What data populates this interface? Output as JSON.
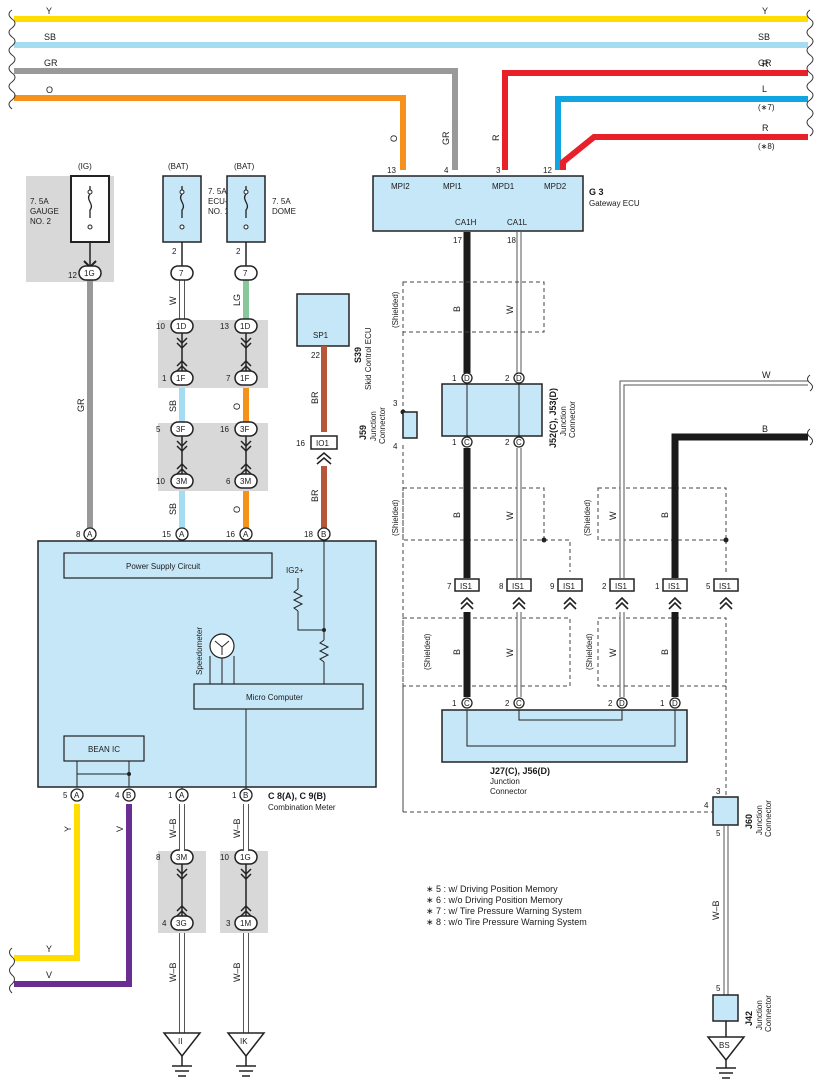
{
  "colors": {
    "Y": "#ffdd00",
    "SB": "#a6dcf2",
    "GR": "#999999",
    "O": "#f5921e",
    "R": "#e8202a",
    "L": "#0ea5e0",
    "B": "#1a1a1a",
    "W": "#ffffff",
    "LG": "#88c79a",
    "BR": "#b5573a",
    "V": "#6a2d91",
    "WB": "#ffffff",
    "box": "#c6e7f8",
    "shade": "#d8d8d8"
  },
  "bus": {
    "y": {
      "left": "Y",
      "right": "Y"
    },
    "sb": {
      "left": "SB",
      "right": "SB"
    },
    "gr": {
      "left": "GR",
      "right": "GR"
    },
    "o": {
      "left": "O"
    },
    "r1": {
      "right": "R"
    },
    "l": {
      "right": "L",
      "note": "(∗7)"
    },
    "r2": {
      "right": "R",
      "note": "(∗8)"
    }
  },
  "gateway": {
    "code": "G 3",
    "name": "Gateway ECU",
    "pins": {
      "mpi2": "MPI2",
      "mpi1": "MPI1",
      "mpd1": "MPD1",
      "mpd2": "MPD2",
      "ca1h": "CA1H",
      "ca1l": "CA1L"
    },
    "nums": {
      "mpi2": "13",
      "mpi1": "4",
      "mpd1": "3",
      "mpd2": "12",
      "ca1h": "17",
      "ca1l": "18"
    },
    "wires": {
      "mpi2": "O",
      "mpi1": "GR",
      "mpd1": "R",
      "ca1h": "B",
      "ca1l": "W"
    }
  },
  "fuses": {
    "gauge": {
      "type": "(IG)",
      "l1": "7. 5A",
      "l2": "GAUGE",
      "l3": "NO. 2",
      "pin": "12",
      "conn": "1G"
    },
    "ecub": {
      "type": "(BAT)",
      "l1": "7. 5A",
      "l2": "ECU–B",
      "l3": "NO. 1",
      "pin": "2",
      "conn": "7"
    },
    "dome": {
      "type": "(BAT)",
      "l1": "7. 5A",
      "l2": "DOME",
      "pin": "2",
      "conn": "7"
    }
  },
  "left_connectors": {
    "c1": {
      "pa": "10",
      "a": "1D",
      "pb": "13",
      "b": "1D"
    },
    "c2": {
      "pa": "1",
      "a": "1F",
      "pb": "7",
      "b": "1F"
    },
    "c3": {
      "pa": "5",
      "a": "3F",
      "pb": "16",
      "b": "3F"
    },
    "c4": {
      "pa": "10",
      "a": "3M",
      "pb": "6",
      "b": "3M"
    }
  },
  "wire_labels": {
    "gr": "GR",
    "w": "W",
    "lg": "LG",
    "sb1": "SB",
    "o1": "O",
    "sb2": "SB",
    "o2": "O",
    "br1": "BR",
    "br2": "BR"
  },
  "skid": {
    "pin_name": "SP1",
    "code": "S39",
    "name": "Skid Control ECU",
    "pin": "22",
    "io_pin": "16",
    "io": "IO1",
    "br1": "BR",
    "br2": "BR"
  },
  "meter": {
    "code": "C 8(A), C 9(B)",
    "name": "Combination Meter",
    "power": "Power Supply Circuit",
    "ig2": "IG2+",
    "speedometer": "Speedometer",
    "micro": "Micro Computer",
    "bean": "BEAN IC",
    "top_pins": [
      {
        "n": "8",
        "c": "A"
      },
      {
        "n": "15",
        "c": "A"
      },
      {
        "n": "16",
        "c": "A"
      },
      {
        "n": "18",
        "c": "B"
      }
    ],
    "bottom_pins": [
      {
        "n": "5",
        "c": "A"
      },
      {
        "n": "4",
        "c": "B"
      },
      {
        "n": "1",
        "c": "A"
      },
      {
        "n": "1",
        "c": "B"
      }
    ]
  },
  "lower_left": {
    "y": "Y",
    "v": "V",
    "wb1": "W–B",
    "wb2": "W–B",
    "wb3": "W–B",
    "wb4": "W–B",
    "c5": {
      "pa": "8",
      "a": "3M",
      "pb": "10",
      "b": "1G"
    },
    "c6": {
      "pa": "4",
      "a": "3G",
      "pb": "3",
      "b": "1M"
    },
    "grounds": {
      "ii": "II",
      "ik": "IK"
    },
    "bus_y": "Y",
    "bus_v": "V"
  },
  "junctions": {
    "j52": {
      "code": "J52(C), J53(D)",
      "name1": "Junction",
      "name2": "Connector",
      "top": [
        {
          "n": "1",
          "c": "D"
        },
        {
          "n": "2",
          "c": "D"
        }
      ],
      "bot": [
        {
          "n": "1",
          "c": "C"
        },
        {
          "n": "2",
          "c": "C"
        }
      ]
    },
    "j59": {
      "code": "J59",
      "name1": "Junction",
      "name2": "Connector",
      "p3": "3",
      "p4": "4"
    },
    "shield": "(Shielded)",
    "is1": [
      {
        "n": "7",
        "c": "IS1"
      },
      {
        "n": "8",
        "c": "IS1"
      },
      {
        "n": "9",
        "c": "IS1"
      },
      {
        "n": "2",
        "c": "IS1"
      },
      {
        "n": "1",
        "c": "IS1"
      },
      {
        "n": "5",
        "c": "IS1"
      }
    ],
    "j27": {
      "code": "J27(C), J56(D)",
      "name1": "Junction",
      "name2": "Connector",
      "pins": [
        {
          "n": "1",
          "c": "C"
        },
        {
          "n": "2",
          "c": "C"
        },
        {
          "n": "2",
          "c": "D"
        },
        {
          "n": "1",
          "c": "D"
        }
      ]
    },
    "j60": {
      "code": "J60",
      "name1": "Junction",
      "name2": "Connector",
      "p3": "3",
      "p4": "4",
      "p5": "5"
    },
    "j42": {
      "code": "J42",
      "name1": "Junction",
      "name2": "Connector",
      "p5": "5"
    },
    "bs": "BS",
    "right_w": "W",
    "right_b": "B",
    "wl": {
      "b1": "B",
      "w1": "W",
      "b2": "B",
      "w2": "W",
      "b3": "B",
      "w3": "W",
      "w4": "W",
      "b4": "B",
      "w5": "W",
      "b5": "B",
      "wb": "W–B"
    }
  },
  "notes": [
    "∗ 5 : w/ Driving Position Memory",
    "∗ 6 : w/o Driving Position Memory",
    "∗ 7 : w/ Tire Pressure Warning System",
    "∗ 8 : w/o Tire Pressure Warning System"
  ]
}
